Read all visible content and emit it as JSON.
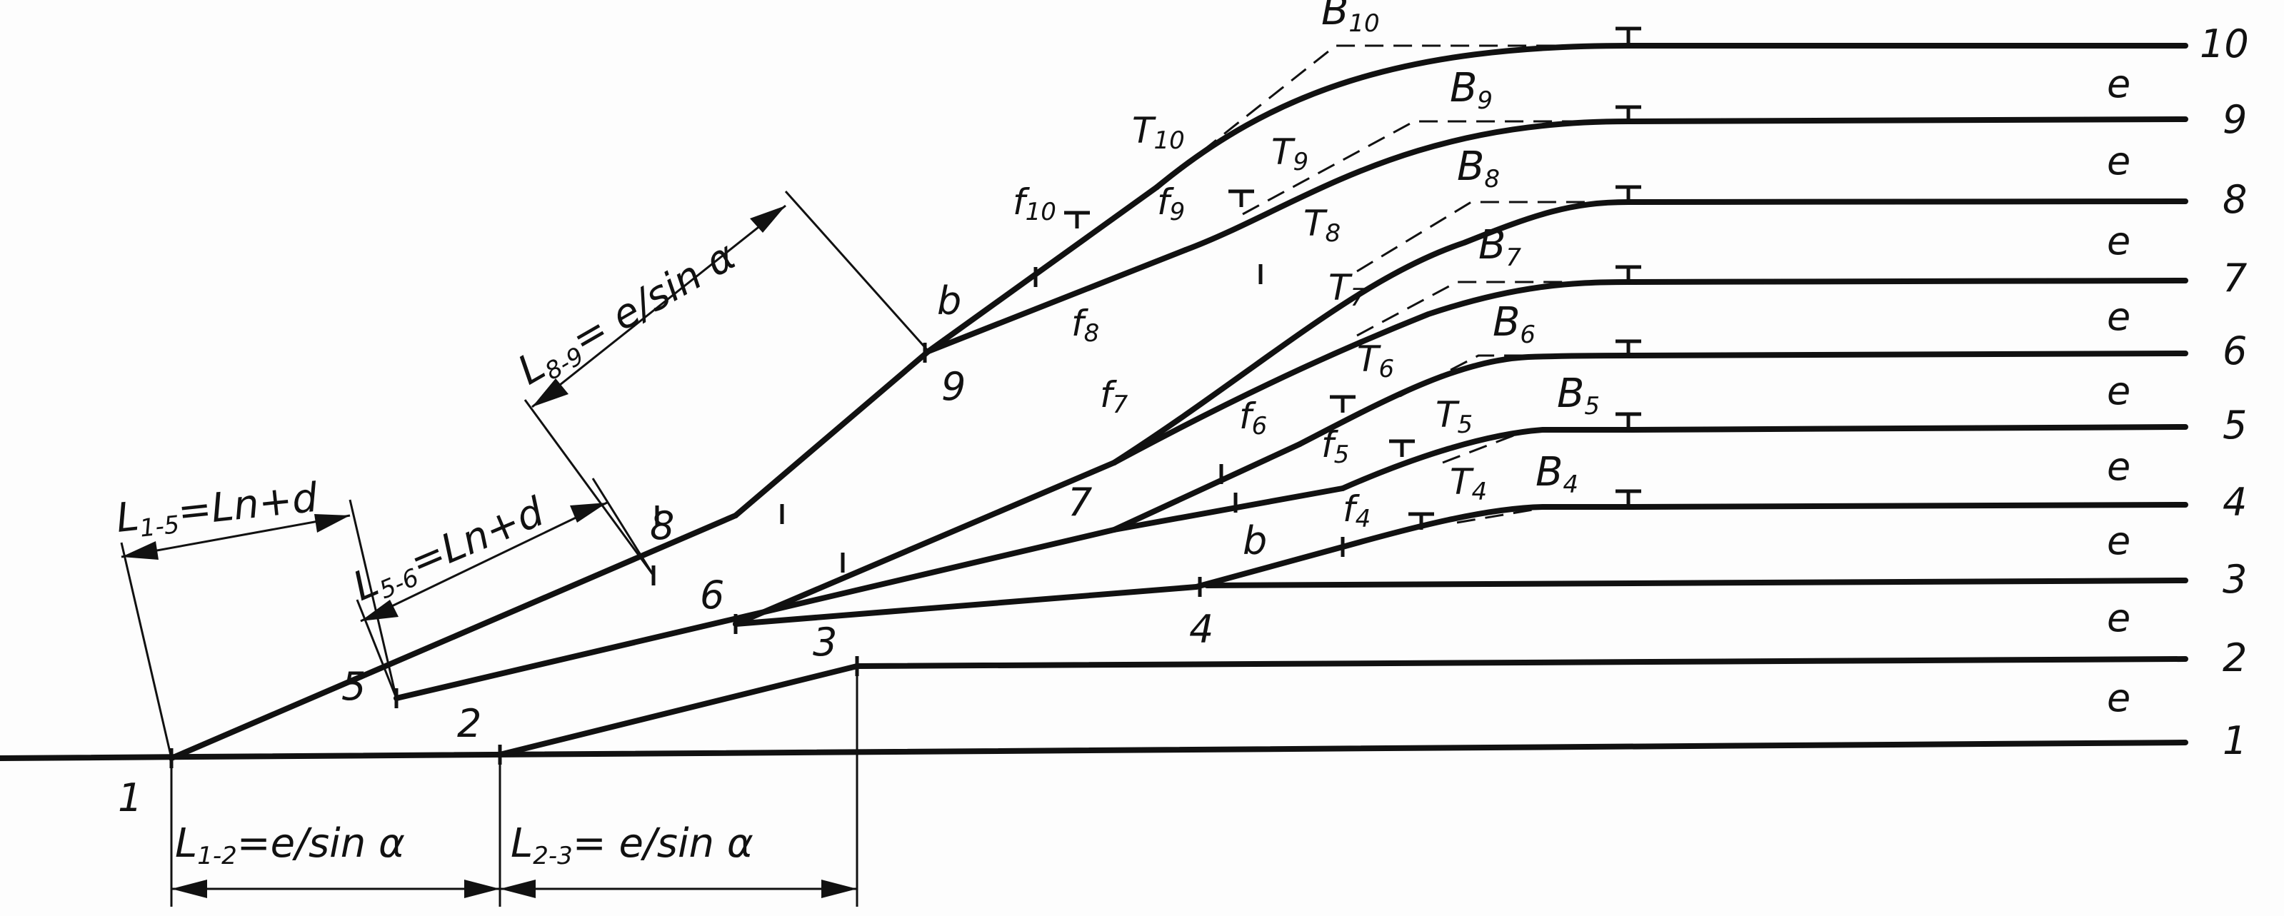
{
  "track_numbers": [
    "1",
    "2",
    "3",
    "4",
    "5",
    "6",
    "7",
    "8",
    "9",
    "10"
  ],
  "spacing_label": "e",
  "switch_numbers": [
    "1",
    "2",
    "3",
    "4",
    "5",
    "6",
    "7",
    "8",
    "9"
  ],
  "dimensions": {
    "l12": {
      "base": "L",
      "sub": "1-2",
      "rest": "=e/sin α"
    },
    "l23": {
      "base": "L",
      "sub": "2-3",
      "rest": "= e/sin α"
    },
    "l15": {
      "base": "L",
      "sub": "1-5",
      "rest": "=Ln+d"
    },
    "l56": {
      "base": "L",
      "sub": "5-6",
      "rest": "=Ln+d"
    },
    "l89": {
      "base": "L",
      "sub": "8-9",
      "rest": "= e/sin α"
    }
  },
  "curve_labels": {
    "b": "b",
    "b10": {
      "base": "B",
      "sub": "10"
    },
    "b9": {
      "base": "B",
      "sub": "9"
    },
    "b8": {
      "base": "B",
      "sub": "8"
    },
    "b7": {
      "base": "B",
      "sub": "7"
    },
    "b6": {
      "base": "B",
      "sub": "6"
    },
    "b5": {
      "base": "B",
      "sub": "5"
    },
    "b4": {
      "base": "B",
      "sub": "4"
    },
    "t10": {
      "base": "T",
      "sub": "10"
    },
    "t9": {
      "base": "T",
      "sub": "9"
    },
    "t8": {
      "base": "T",
      "sub": "8"
    },
    "t7": {
      "base": "T",
      "sub": "7"
    },
    "t6": {
      "base": "T",
      "sub": "6"
    },
    "t5": {
      "base": "T",
      "sub": "5"
    },
    "t4": {
      "base": "T",
      "sub": "4"
    },
    "f10": {
      "base": "f",
      "sub": "10"
    },
    "f9": {
      "base": "f",
      "sub": "9"
    },
    "f8": {
      "base": "f",
      "sub": "8"
    },
    "f7": {
      "base": "f",
      "sub": "7"
    },
    "f6": {
      "base": "f",
      "sub": "6"
    },
    "f5": {
      "base": "f",
      "sub": "5"
    },
    "f4": {
      "base": "f",
      "sub": "4"
    }
  }
}
